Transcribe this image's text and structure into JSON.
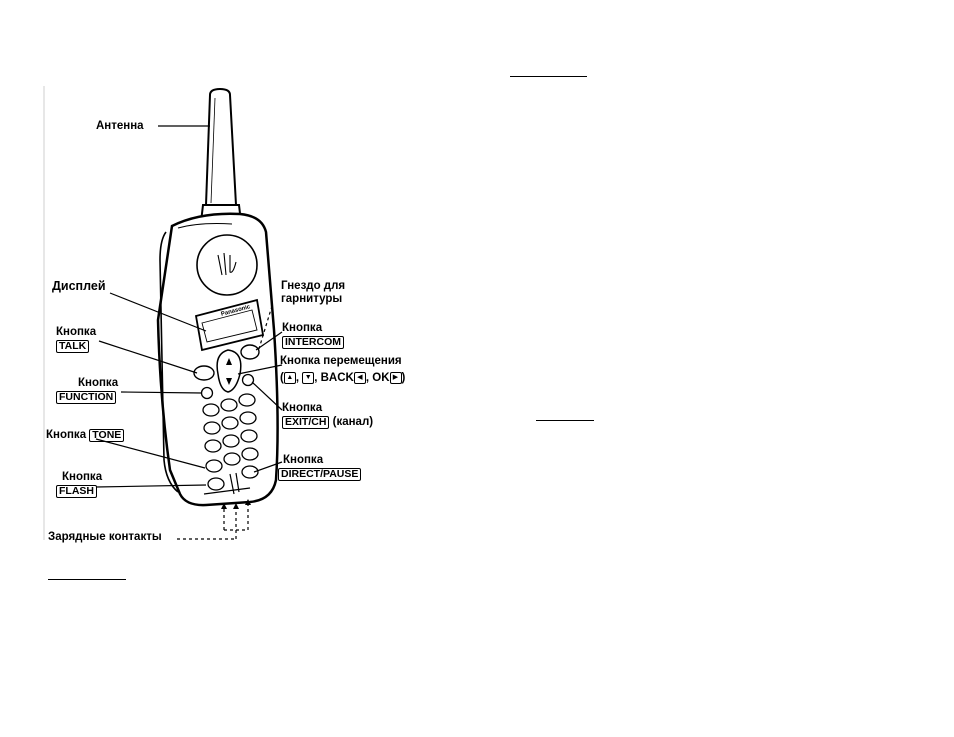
{
  "labels": {
    "antenna": "Антенна",
    "display": "Дисплей",
    "headset_jack_line1": "Гнездо для",
    "headset_jack_line2": "гарнитуры",
    "talk_word": "Кнопка",
    "talk_key": "TALK",
    "intercom_word": "Кнопка",
    "intercom_key": "INTERCOM",
    "nav_word": "Кнопка перемещения",
    "nav_back": "BACK",
    "nav_ok": "OK",
    "function_word": "Кнопка",
    "function_key": "FUNCTION",
    "exitch_word": "Кнопка",
    "exitch_key": "EXIT/CH",
    "exitch_note": "(канал)",
    "tone_word": "Кнопка",
    "tone_key": "TONE",
    "direct_word": "Кнопка",
    "direct_key": "DIRECT/PAUSE",
    "flash_word": "Кнопка",
    "flash_key": "FLASH",
    "charging": "Зарядные контакты"
  },
  "device": {
    "brand": "Panasonic"
  },
  "icons": {
    "up": "up-arrow-key-icon",
    "down": "down-arrow-key-icon",
    "left": "left-arrow-key-icon",
    "right": "right-arrow-key-icon"
  }
}
